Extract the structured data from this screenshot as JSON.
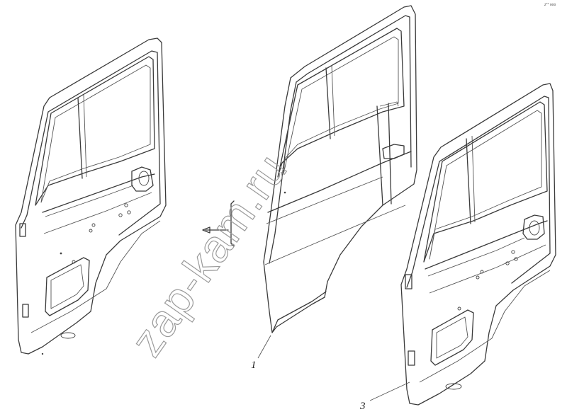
{
  "diagram": {
    "callouts": [
      {
        "id": "part-1",
        "label": "1"
      },
      {
        "id": "part-3",
        "label": "3"
      }
    ],
    "watermark": "zap-kam.ru",
    "corner_mark": "z°° ooo"
  },
  "colors": {
    "line": "#3a3a3a",
    "watermark": "#9a9a9a",
    "background": "#ffffff"
  }
}
